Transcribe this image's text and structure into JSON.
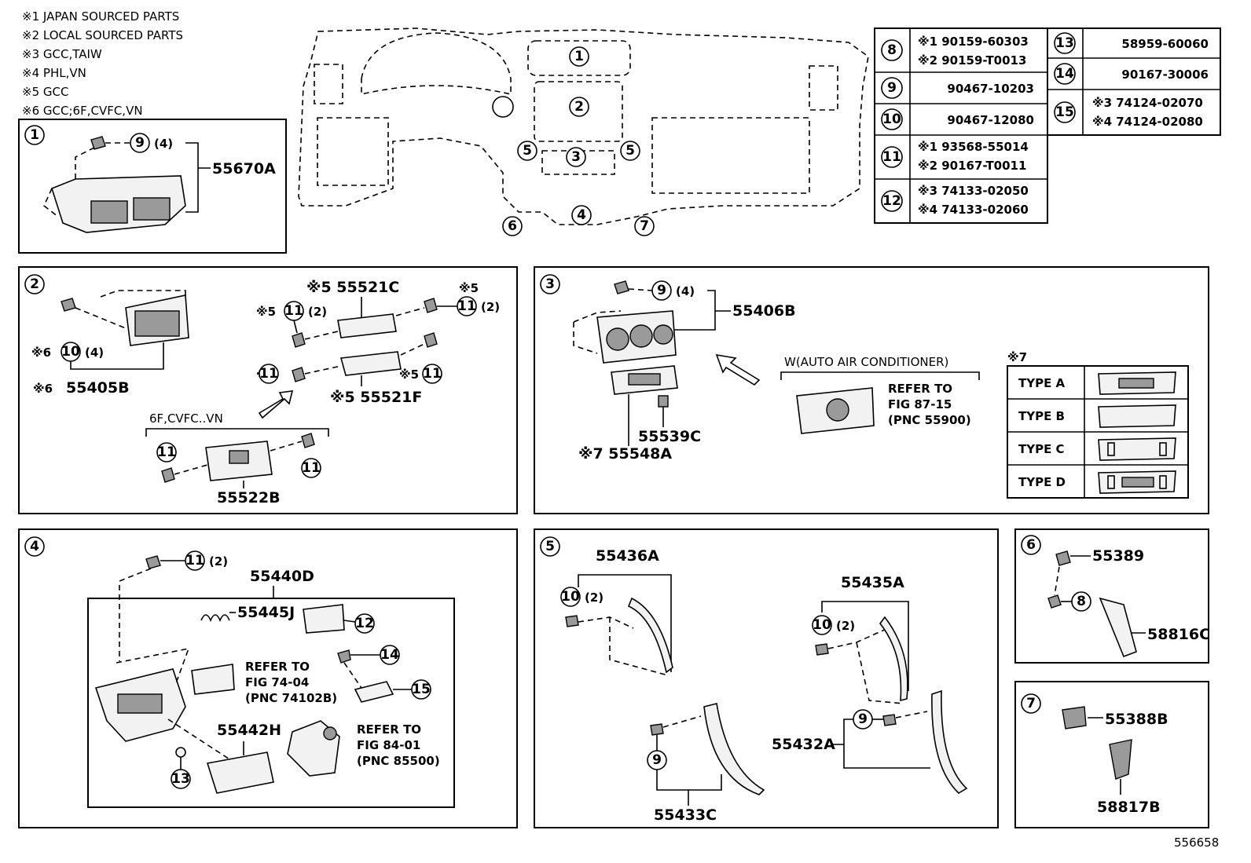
{
  "notes": [
    {
      "mark": "※1",
      "text": "JAPAN SOURCED PARTS"
    },
    {
      "mark": "※2",
      "text": "LOCAL SOURCED PARTS"
    },
    {
      "mark": "※3",
      "text": "GCC,TAIW"
    },
    {
      "mark": "※4",
      "text": "PHL,VN"
    },
    {
      "mark": "※5",
      "text": "GCC"
    },
    {
      "mark": "※6",
      "text": "GCC;6F,CVFC,VN"
    }
  ],
  "overview": {
    "callouts": [
      "1",
      "2",
      "3",
      "4",
      "5",
      "5",
      "6",
      "7"
    ]
  },
  "table": {
    "rows": [
      {
        "ref": "8",
        "lines": [
          "※1 90159-60303",
          "※2 90159-T0013"
        ]
      },
      {
        "ref": "9",
        "lines": [
          "90467-10203"
        ]
      },
      {
        "ref": "10",
        "lines": [
          "90467-12080"
        ]
      },
      {
        "ref": "11",
        "lines": [
          "※1 93568-55014",
          "※2 90167-T0011"
        ]
      },
      {
        "ref": "12",
        "lines": [
          "※3 74133-02050",
          "※4 74133-02060"
        ]
      }
    ],
    "rows2": [
      {
        "ref": "13",
        "lines": [
          "58959-60060"
        ]
      },
      {
        "ref": "14",
        "lines": [
          "90167-30006"
        ]
      },
      {
        "ref": "15",
        "lines": [
          "※3 74124-02070",
          "※4 74124-02080"
        ]
      }
    ]
  },
  "panel1": {
    "num": "1",
    "callout": "9",
    "qty": "(4)",
    "part": "55670A"
  },
  "panel2": {
    "num": "2",
    "note_mark": "※6",
    "callout10": "10",
    "qty10": "(4)",
    "part_55405B": "55405B",
    "p55521C": "※5 55521C",
    "p55521F": "※5 55521F",
    "label_n5": "※5",
    "callout11": "11",
    "qty2": "(2)",
    "sub_label": "6F,CVFC..VN",
    "p55522B": "55522B"
  },
  "panel3": {
    "num": "3",
    "callout": "9",
    "qty": "(4)",
    "p55406B": "55406B",
    "p55539C": "55539C",
    "p55548A": "※7 55548A",
    "w_label": "W(AUTO AIR CONDITIONER)",
    "refer": [
      "REFER TO",
      "FIG 87-15",
      "(PNC 55900)"
    ],
    "type_note": "※7",
    "types": [
      "TYPE A",
      "TYPE B",
      "TYPE C",
      "TYPE D"
    ]
  },
  "panel4": {
    "num": "4",
    "callout11": "11",
    "qty": "(2)",
    "p55440D": "55440D",
    "p55445J": "55445J",
    "c12": "12",
    "c14": "14",
    "c15": "15",
    "c13": "13",
    "refer1": [
      "REFER TO",
      "FIG 74-04",
      "(PNC 74102B)"
    ],
    "refer2": [
      "REFER TO",
      "FIG 84-01",
      "(PNC 85500)"
    ],
    "p55442H": "55442H"
  },
  "panel5": {
    "num": "5",
    "p55436A": "55436A",
    "p55435A": "55435A",
    "p55432A": "55432A",
    "p55433C": "55433C",
    "c10": "10",
    "c9": "9",
    "qty": "(2)"
  },
  "panel6": {
    "num": "6",
    "p55389": "55389",
    "c8": "8",
    "p58816C": "58816C"
  },
  "panel7": {
    "num": "7",
    "p55388B": "55388B",
    "p58817B": "58817B"
  },
  "figure_id": "556658"
}
